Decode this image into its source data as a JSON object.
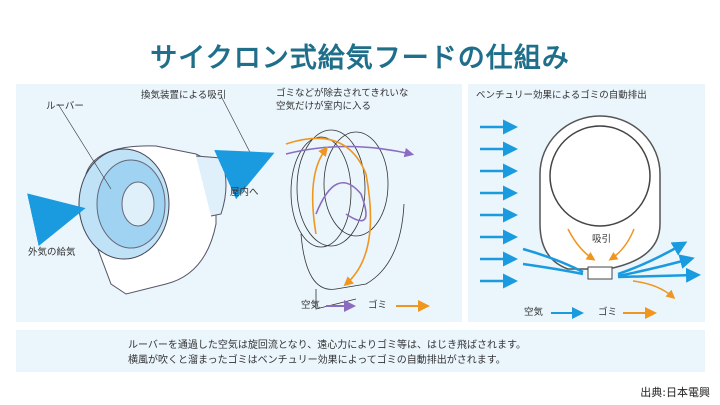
{
  "title": "サイクロン式給気フードの仕組み",
  "left_panel": {
    "louver_label": "ルーバー",
    "suction_label": "換気装置による吸引",
    "clean_air_label": "ゴミなどが除去されてきれいな\n空気だけが室内に入る",
    "clean_air_line1": "ゴミなどが除去されてきれいな",
    "clean_air_line2": "空気だけが室内に入る",
    "indoor_label": "屋内へ",
    "outside_air_label": "外気の給気",
    "legend_air": "空気",
    "legend_dust": "ゴミ"
  },
  "right_panel": {
    "title": "ベンチュリー効果によるゴミの自動排出",
    "suction_label": "吸引",
    "legend_air": "空気",
    "legend_dust": "ゴミ"
  },
  "note": {
    "line1": "ルーバーを通過した空気は旋回流となり、遠心力によりゴミ等は、はじき飛ばされます。",
    "line2": "横風が吹くと溜まったゴミはベンチュリー効果によってゴミの自動排出がされます。"
  },
  "source": "出典:日本電興",
  "colors": {
    "title": "#1f6f8b",
    "air_blue": "#1a9be0",
    "air_purple": "#8b6cc0",
    "dust_orange": "#f0961e",
    "panel_bg": "#eaf5fc"
  }
}
